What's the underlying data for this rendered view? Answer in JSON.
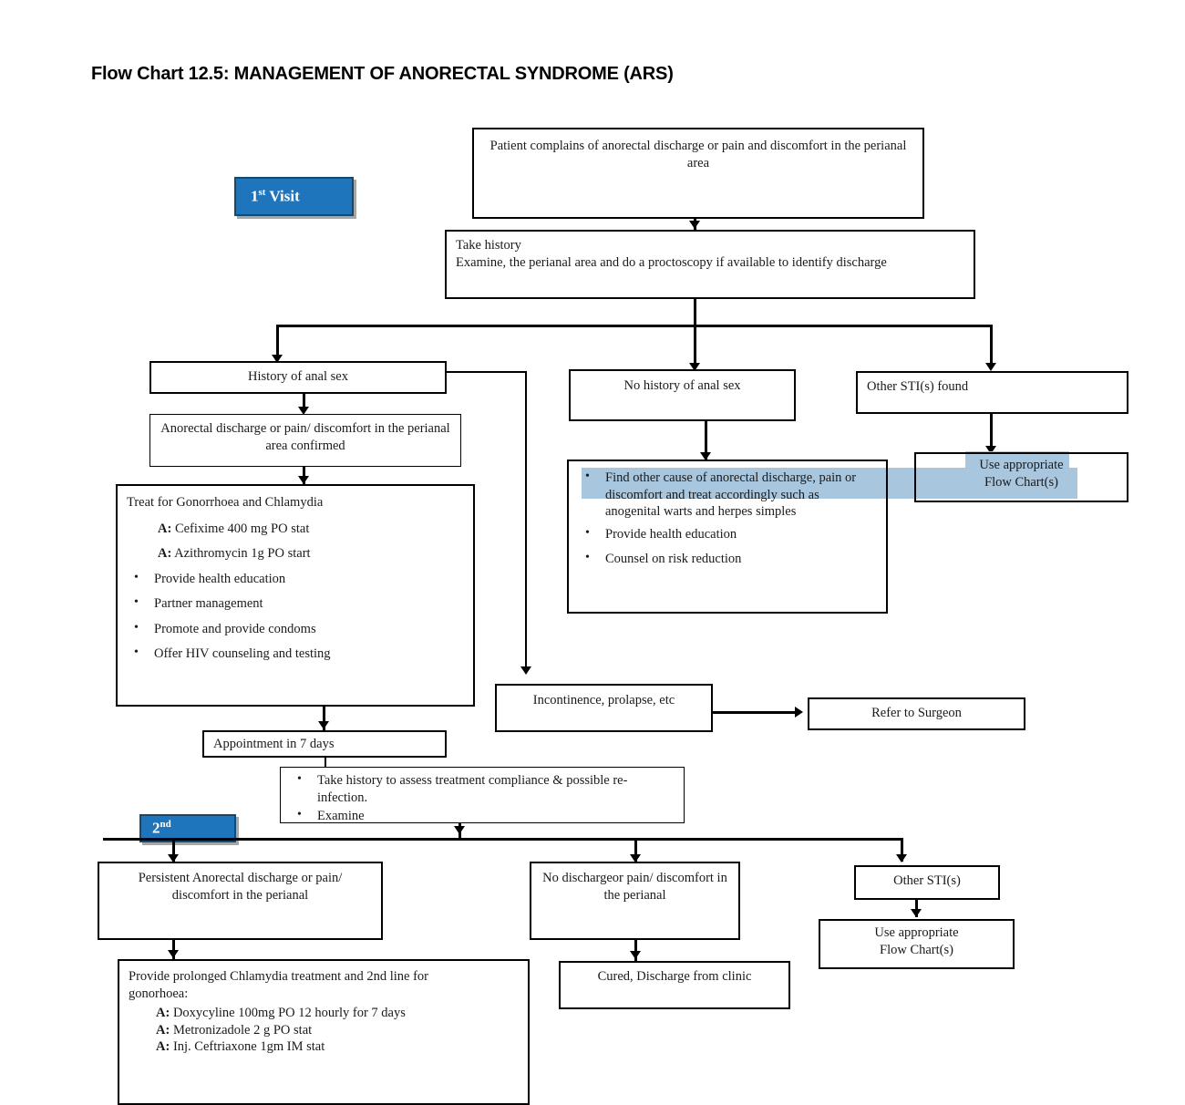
{
  "title": "Flow Chart 12.5: MANAGEMENT OF ANORECTAL SYNDROME (ARS)",
  "colors": {
    "badge_blue": "#1F75BC",
    "highlight_blue": "#a8c6de",
    "box_border": "#000000",
    "text": "#1a1a1a"
  },
  "badges": {
    "first_visit": "1st Visit",
    "first_visit_num": "1",
    "first_visit_sup": "st",
    "first_visit_word": "Visit",
    "second_visit_num": "2",
    "second_visit_sup": "nd"
  },
  "nodes": {
    "complaint": "Patient complains of anorectal discharge or pain and discomfort in the perianal area",
    "take_history_line1": "Take history",
    "take_history_line2": "Examine, the perianal area and do a proctoscopy if available to identify discharge",
    "history_anal_sex": "History of anal sex",
    "no_history_anal_sex": "No history of anal sex",
    "other_sti_found": "Other STI(s) found",
    "confirmed": "Anorectal discharge or pain/ discomfort in the perianal area confirmed",
    "use_appropriate_1_line1": "Use appropriate",
    "use_appropriate_1_line2": "Flow Chart(s)",
    "incontinence": "Incontinence, prolapse, etc",
    "refer_surgeon": "Refer to Surgeon",
    "appointment": "Appointment in 7 days",
    "persistent": "Persistent Anorectal discharge or pain/ discomfort in the perianal",
    "no_discharge": "No dischargeor pain/ discomfort in the perianal",
    "other_sti_2": "Other STI(s)",
    "use_appropriate_2_line1": "Use appropriate",
    "use_appropriate_2_line2": "Flow Chart(s)",
    "cured": "Cured, Discharge from clinic"
  },
  "treat_box": {
    "heading": "Treat for Gonorrhoea and Chlamydia",
    "drug_label": "A:",
    "drugs": [
      "Cefixime 400 mg PO stat",
      "Azithromycin 1g PO start"
    ],
    "bullets": [
      "Provide health education",
      "Partner management",
      "Promote and provide condoms",
      "Offer HIV counseling and testing"
    ]
  },
  "other_cause_box": {
    "bullets": [
      "Find other cause of anorectal discharge, pain or discomfort and treat accordingly such as anogenital warts and herpes simples",
      "Provide health education",
      "Counsel on risk reduction"
    ]
  },
  "assess_box": {
    "bullets": [
      "Take history to assess treatment compliance & possible re-infection.",
      "Examine"
    ]
  },
  "prolonged_box": {
    "heading_line1": "Provide prolonged Chlamydia treatment and 2nd line for",
    "heading_line2": "gonorhoea:",
    "drug_label": "A:",
    "drugs": [
      "Doxycyline 100mg PO 12 hourly for 7 days",
      "Metronizadole 2 g PO stat",
      "Inj. Ceftriaxone 1gm IM stat"
    ]
  }
}
